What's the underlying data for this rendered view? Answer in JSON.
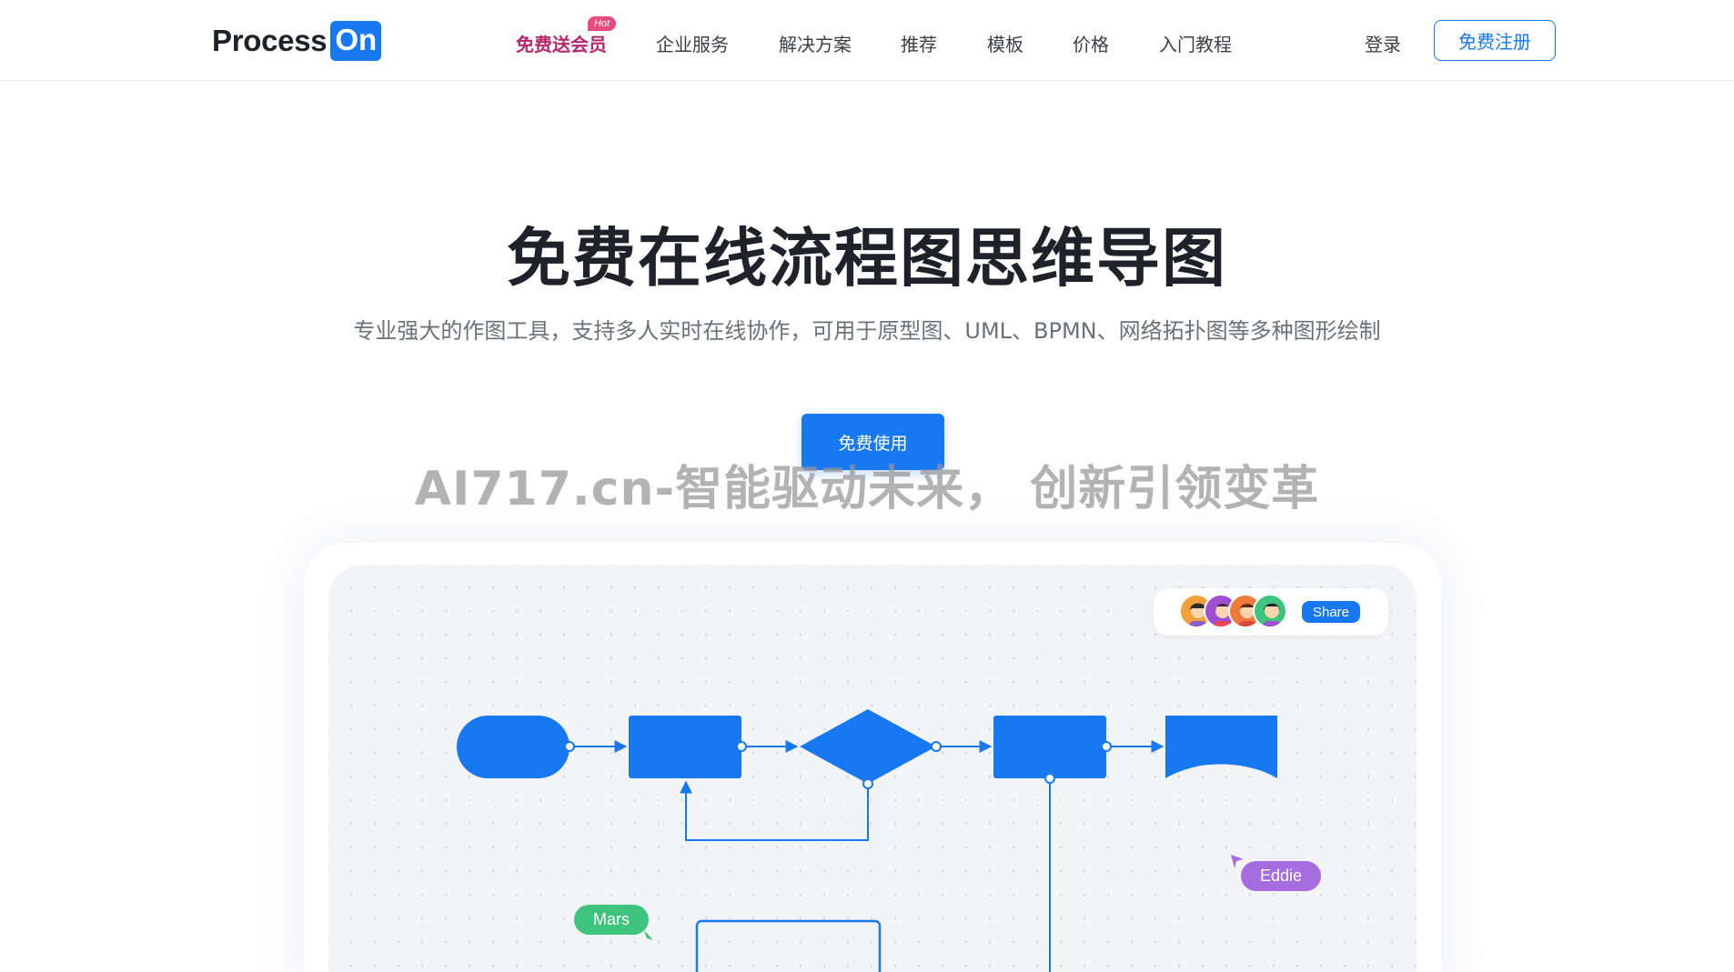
{
  "logo": {
    "part1": "Process",
    "part2": "On"
  },
  "nav": {
    "items": [
      {
        "label": "免费送会员"
      },
      {
        "label": "企业服务"
      },
      {
        "label": "解决方案"
      },
      {
        "label": "推荐"
      },
      {
        "label": "模板"
      },
      {
        "label": "价格"
      },
      {
        "label": "入门教程"
      }
    ],
    "hot_badge": "Hot",
    "login": "登录",
    "register": "免费注册"
  },
  "hero": {
    "title": "免费在线流程图思维导图",
    "subtitle": "专业强大的作图工具，支持多人实时在线协作，可用于原型图、UML、BPMN、网络拓扑图等多种图形绘制",
    "cta": "免费使用",
    "watermark": "AI717.cn-智能驱动未来， 创新引领变革"
  },
  "canvas": {
    "share_label": "Share",
    "cursors": [
      {
        "name": "Mars",
        "color": "#3ec47d"
      },
      {
        "name": "Eddie",
        "color": "#a56de0"
      }
    ]
  },
  "colors": {
    "accent": "#1778f2",
    "hot": "#b3286c",
    "hot_badge": "#e84a7a"
  }
}
